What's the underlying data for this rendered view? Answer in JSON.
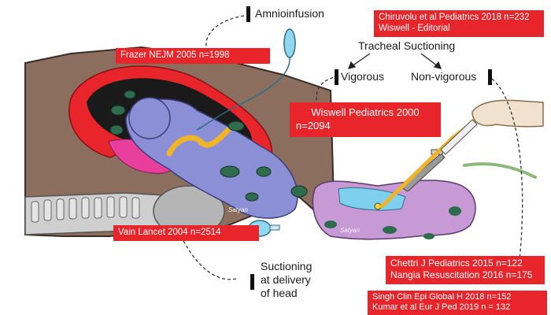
{
  "labels": {
    "amnioinfusion": "Amnioinfusion",
    "tracheal_suctioning": "Tracheal Suctioning",
    "vigorous": "Vigorous",
    "non_vigorous": "Non-vigorous",
    "suctioning_delivery_line1": "Suctioning",
    "suctioning_delivery_line2": "at delivery",
    "suctioning_delivery_line3": "of head",
    "artist_signature": "Satyan"
  },
  "citations": {
    "frazer": "Frazer NEJM 2005 n=1998",
    "chiruvolu": "Chiruvolu et al Pediatrics 2018 n=232",
    "wiswell_editorial": "Wiswell - Editorial",
    "wiswell_2000_line1": "Wiswell Pediatrics 2000",
    "wiswell_2000_line2": "n=2094",
    "vain": "Vain Lancet 2004 n=2514",
    "chettri": "Chettri J Pediatrics 2015 n=122",
    "nangia": "Nangia Resuscitation 2016 n=175",
    "singh": "Singh Clin Epi Global H 2018 n=152",
    "kumar": "Kumar et al Eur J Ped 2019 n = 132"
  },
  "colors": {
    "citation_box": "#e8252b",
    "uterus": "#8c6e5e",
    "baby": "#8a8fd6",
    "meconium_patches": "#2e6b4f",
    "newborn": "#c79ad6",
    "airway": "#7fd0ef",
    "umbilical_cord": "#f0b429",
    "placenta": "#e83f9c",
    "amnioinfusion_bag": "#8fd8f0"
  },
  "icons": [
    "iv-bag-icon",
    "bulb-syringe-icon",
    "laryngoscope-icon",
    "suction-catheter-icon",
    "hand-icon"
  ]
}
